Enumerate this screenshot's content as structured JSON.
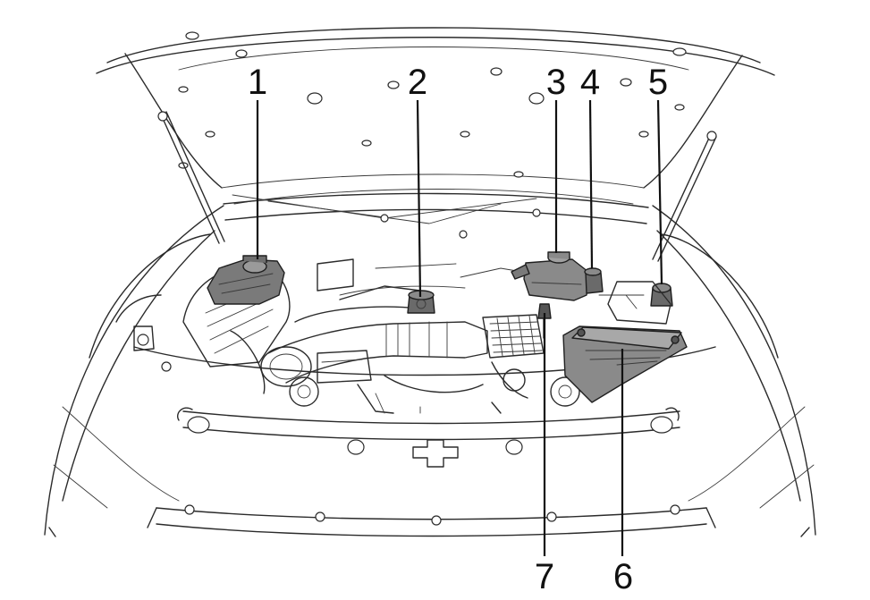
{
  "callouts": [
    {
      "id": "1",
      "label": "1"
    },
    {
      "id": "2",
      "label": "2"
    },
    {
      "id": "3",
      "label": "3"
    },
    {
      "id": "4",
      "label": "4"
    },
    {
      "id": "5",
      "label": "5"
    },
    {
      "id": "6",
      "label": "6"
    },
    {
      "id": "7",
      "label": "7"
    }
  ],
  "colors": {
    "line": "#2b2b2b",
    "highlighted_part": "#7a7a7a",
    "background": "#ffffff"
  }
}
